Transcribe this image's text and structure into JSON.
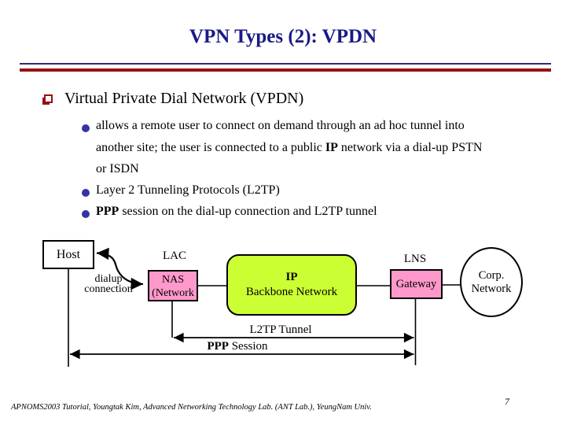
{
  "slide": {
    "title": "VPN Types (2): VPDN",
    "footer": "APNOMS2003 Tutorial,  Youngtak Kim,  Advanced Networking Technology Lab. (ANT Lab.),  YeungNam Univ.",
    "page_number": "7"
  },
  "colors": {
    "title_navy": "#1a1a86",
    "rule_navy": "#2e2e6b",
    "rule_red": "#991111",
    "bullet_square_red": "#9b0f0f",
    "bullet_dot_blue": "#3434a6",
    "node_pink": "#ff99cc",
    "node_green": "#ccff33"
  },
  "content": {
    "heading": "Virtual Private Dial Network (VPDN)",
    "bullet1_line1": "allows a remote user to connect on demand through an ad hoc tunnel into",
    "bullet1_line2_pre": "another site; the user is connected to a public ",
    "bullet1_line2_bold": "IP",
    "bullet1_line2_post": " network via a dial-up PSTN",
    "bullet1_line3": "or ISDN",
    "bullet2": "Layer 2 Tunneling Protocols (L2TP)",
    "bullet3_bold": "PPP",
    "bullet3_rest": " session on the dial-up connection and L2TP tunnel"
  },
  "diagram": {
    "host_label": "Host",
    "dialup_line1": "dialup",
    "dialup_line2": "connection",
    "lac_label": "LAC",
    "nas_line1": "NAS",
    "nas_line2": "(Network",
    "backbone_line1": "IP",
    "backbone_line2": "Backbone Network",
    "lns_label": "LNS",
    "gateway_label": "Gateway",
    "corp_line1": "Corp.",
    "corp_line2": "Network",
    "l2tp_tunnel_label": "L2TP Tunnel",
    "ppp_session_bold": "PPP",
    "ppp_session_rest": " Session"
  }
}
